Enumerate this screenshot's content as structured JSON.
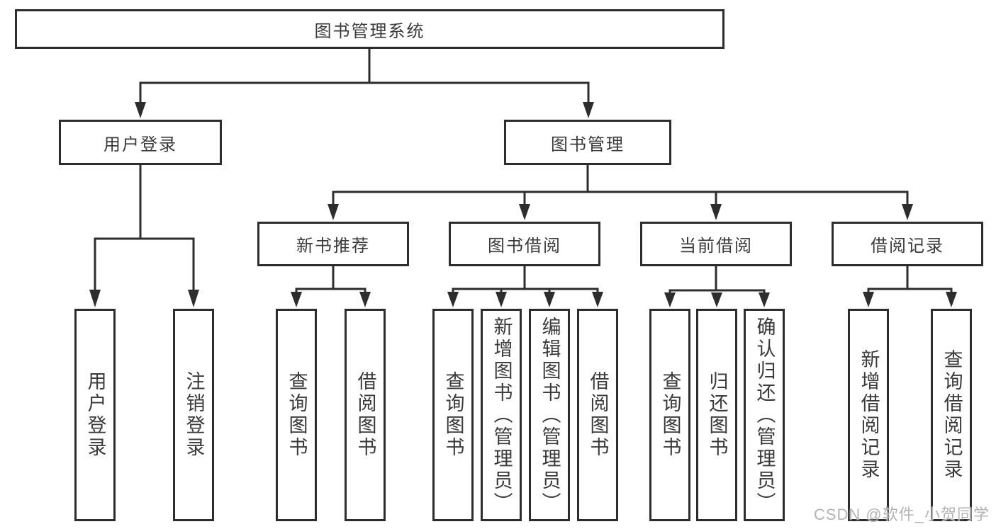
{
  "diagram_title": "图书管理系统",
  "tree": {
    "label": "图书管理系统",
    "children": [
      {
        "label": "用户登录",
        "children": [
          {
            "label": "用户登录"
          },
          {
            "label": "注销登录"
          }
        ]
      },
      {
        "label": "图书管理",
        "children": [
          {
            "label": "新书推荐",
            "children": [
              {
                "label": "查询图书"
              },
              {
                "label": "借阅图书"
              }
            ]
          },
          {
            "label": "图书借阅",
            "children": [
              {
                "label": "查询图书"
              },
              {
                "label": "新增图书（管理员）"
              },
              {
                "label": "编辑图书（管理员）"
              },
              {
                "label": "借阅图书"
              }
            ]
          },
          {
            "label": "当前借阅",
            "children": [
              {
                "label": "查询图书"
              },
              {
                "label": "归还图书"
              },
              {
                "label": "确认归还（管理员）"
              }
            ]
          },
          {
            "label": "借阅记录",
            "children": [
              {
                "label": "新增借阅记录"
              },
              {
                "label": "查询借阅记录"
              }
            ]
          }
        ]
      }
    ]
  },
  "watermark": "CSDN @软件_小贺同学",
  "colors": {
    "line": "#2d2d2d",
    "text": "#3a3a3a",
    "background": "#ffffff",
    "watermark": "#b3b3b3"
  }
}
